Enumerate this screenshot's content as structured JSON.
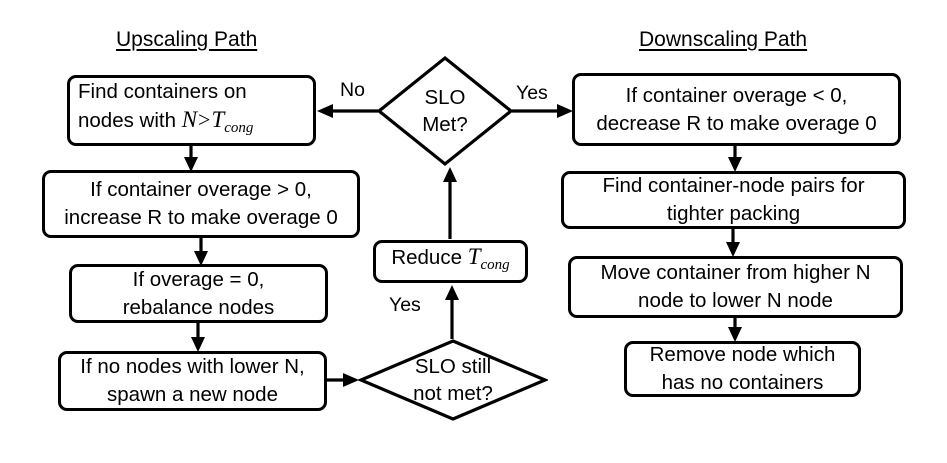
{
  "figure": {
    "type": "flowchart",
    "title_left": "Upscaling Path",
    "title_right": "Downscaling Path"
  },
  "headers": {
    "upscaling": "Upscaling Path",
    "downscaling": "Downscaling Path"
  },
  "decisions": {
    "slo_met": {
      "line1": "SLO",
      "line2": "Met?"
    },
    "slo_still_not_met": {
      "line1": "SLO still",
      "line2": "not met?"
    }
  },
  "edge_labels": {
    "no": "No",
    "yes_top": "Yes",
    "yes_bottom": "Yes"
  },
  "upscaling_nodes": [
    {
      "line1": "Find containers on",
      "line2_prefix": "nodes with ",
      "math_var": "N",
      "math_op": ">",
      "math_threshold": "T",
      "math_threshold_sub": "cong"
    },
    {
      "line1": "If container overage > 0,",
      "line2": "increase R to make overage 0"
    },
    {
      "line1": "If overage = 0,",
      "line2": "rebalance nodes"
    },
    {
      "line1": "If no nodes with lower N,",
      "line2": "spawn a new node"
    }
  ],
  "downscaling_nodes": [
    {
      "line1": "If container overage < 0,",
      "line2": "decrease R to make overage 0"
    },
    {
      "line1": "Find container-node pairs for",
      "line2": "tighter packing"
    },
    {
      "line1": "Move container from higher N",
      "line2": "node to lower N node"
    },
    {
      "line1": "Remove node which",
      "line2": "has no containers"
    }
  ],
  "center_node": {
    "prefix": "Reduce ",
    "math_threshold": "T",
    "math_threshold_sub": "cong"
  },
  "colors": {
    "stroke": "#000000",
    "background": "#ffffff",
    "text": "#000000"
  }
}
